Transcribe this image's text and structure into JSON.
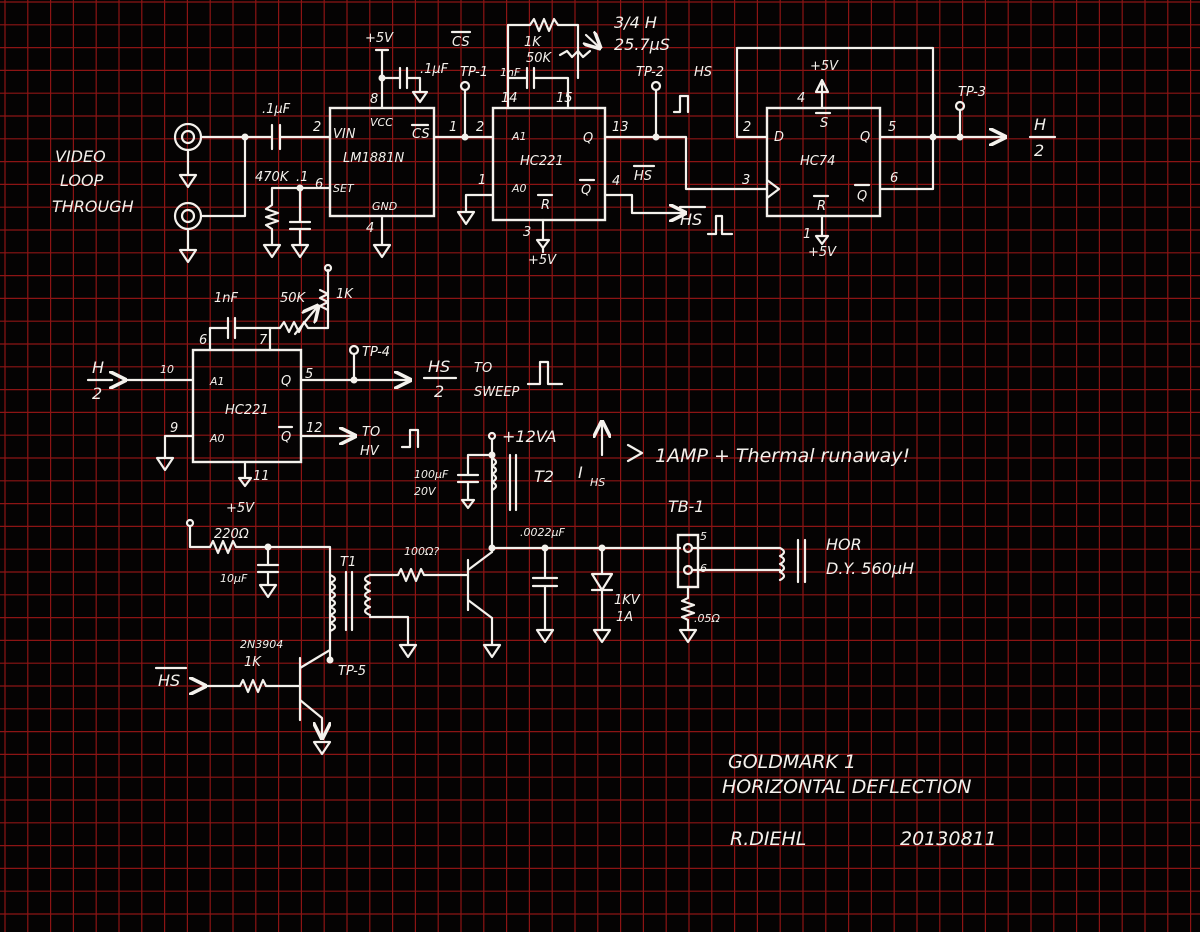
{
  "colors": {
    "background": "#050303",
    "grid": "#8c1414",
    "ink": "#f4f1ec"
  },
  "power": {
    "p5v": "+5V",
    "p12va": "+12VA"
  },
  "input": {
    "line1": "VIDEO",
    "line2": "LOOP",
    "line3": "THROUGH"
  },
  "lm1881": {
    "name": "LM1881N",
    "vin": "VIN",
    "vcc": "VCC",
    "cs": "CS",
    "set": "SET",
    "gnd": "GND",
    "pin2": "2",
    "pin8": "8",
    "pin1": "1",
    "pin6": "6",
    "pin4": "4"
  },
  "parts": {
    "c_in": ".1µF",
    "c_vcc": ".1µF",
    "r_set": "470K",
    "c_set": ".1",
    "cs_label": "CS",
    "r1k": "1K",
    "r50k": "50K",
    "c1nf": "1nF",
    "delay_line1": "3/4 H",
    "delay_line2": "25.7µS"
  },
  "tp": {
    "tp1": "TP-1",
    "tp2": "TP-2",
    "tp3": "TP-3",
    "tp4": "TP-4",
    "tp5": "TP-5"
  },
  "hc221a": {
    "name": "HC221",
    "a1": "A1",
    "a0": "A0",
    "q": "Q",
    "qbar": "Q",
    "r": "R",
    "pin14": "14",
    "pin15": "15",
    "pin2": "2",
    "pin1": "1",
    "pin13": "13",
    "pin4": "4",
    "pin3": "3"
  },
  "hs": {
    "hs": "HS",
    "hsbar": "HS",
    "hsbar2": "HS"
  },
  "hc74": {
    "name": "HC74",
    "d": "D",
    "s": "S",
    "r": "R",
    "q": "Q",
    "qbar": "Q",
    "pin4": "4",
    "pin2": "2",
    "pin3": "3",
    "pin5": "5",
    "pin6": "6",
    "pin1": "1"
  },
  "h2": {
    "num": "H",
    "den": "2"
  },
  "hc221b": {
    "name": "HC221",
    "a1": "A1",
    "a0": "A0",
    "q": "Q",
    "qbar": "Q",
    "pin6": "6",
    "pin7": "7",
    "pin10": "10",
    "pin9": "9",
    "pin5": "5",
    "pin12": "12",
    "pin11": "11",
    "c": "1nF",
    "rpot": "50K",
    "r": "1K"
  },
  "sweep": {
    "hs": "HS",
    "den": "2",
    "to": "TO",
    "sweep": "SWEEP"
  },
  "hv": {
    "to": "TO",
    "hv": "HV"
  },
  "driver": {
    "r220": "220Ω",
    "c10": "10µF",
    "t1": "T1",
    "r100": "100Ω?",
    "transistor": "2N3904",
    "r1k": "1K",
    "hsbar": "HS"
  },
  "output": {
    "c100": "100µF",
    "v20": "20V",
    "t2": "T2",
    "ihs": "I",
    "ihs_sub": "HS",
    "note": "1AMP + Thermal runaway!",
    "c_tune": ".0022µF",
    "diode1": "1KV",
    "diode2": "1A",
    "tb1": "TB-1",
    "pin5": "5",
    "pin6": "6",
    "r_sense": ".05Ω",
    "dy1": "HOR",
    "dy2": "D.Y. 560µH"
  },
  "titleblock": {
    "line1": "GOLDMARK 1",
    "line2": "HORIZONTAL DEFLECTION",
    "author": "R.DIEHL",
    "date": "20130811"
  }
}
